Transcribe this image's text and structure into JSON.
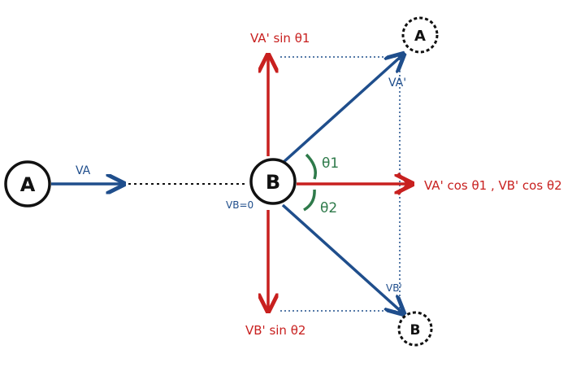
{
  "colors": {
    "blue": "#1f4e8c",
    "red": "#c8201f",
    "green": "#2e7a4a",
    "ink": "#111111"
  },
  "nodes": {
    "a_initial": "A",
    "b_initial": "B",
    "a_final": "A",
    "b_final": "B"
  },
  "labels": {
    "va": "VA",
    "vb_zero": "VB=0",
    "va_prime": "VA'",
    "vb_prime": "VB'",
    "theta1": "θ1",
    "theta2": "θ2",
    "va_sin": "VA' sin θ1",
    "vb_sin": "VB' sin θ2",
    "cos_components": "VA' cos θ1 , VB' cos θ2"
  }
}
